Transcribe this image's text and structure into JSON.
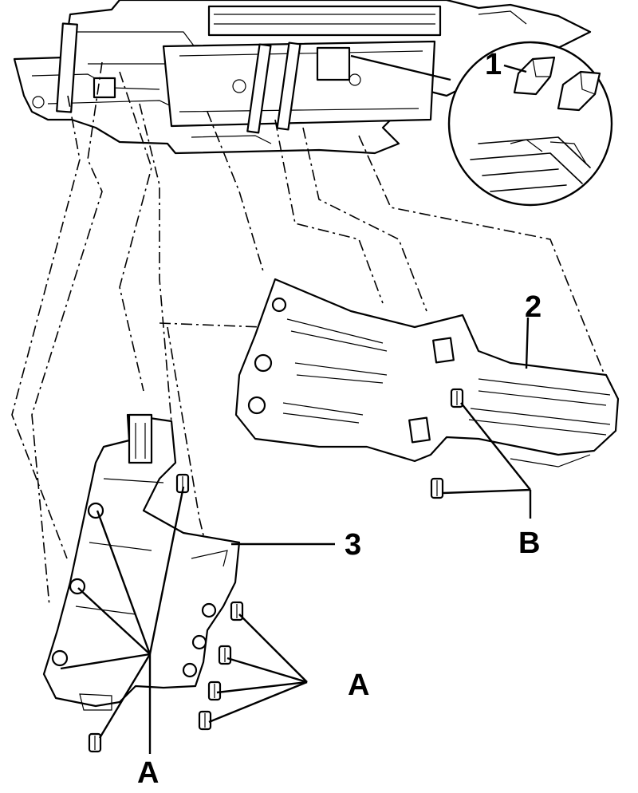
{
  "labels": {
    "l1": "1",
    "l2": "2",
    "l3": "3",
    "lB": "B",
    "lA_right": "A",
    "lA_bottom": "A"
  }
}
